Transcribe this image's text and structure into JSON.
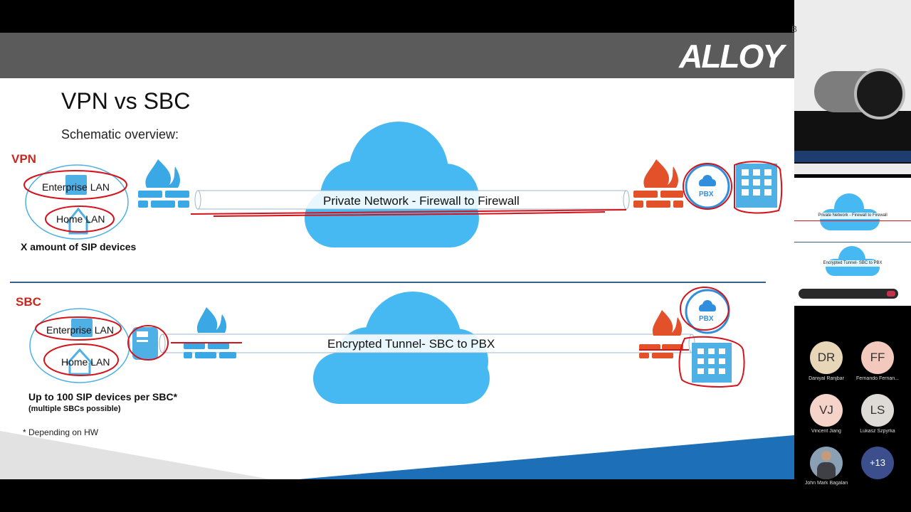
{
  "slide": {
    "brand": "ALLOY",
    "title": "VPN vs SBC",
    "subtitle": "Schematic overview:",
    "footnote": "* Depending on HW",
    "corner_mark": "B"
  },
  "vpn": {
    "label": "VPN",
    "enterprise_lan": "Enterprise LAN",
    "home_lan": "Home LAN",
    "devices_note": "X amount of SIP devices",
    "tunnel_label": "Private Network - Firewall to Firewall",
    "pbx_label": "PBX"
  },
  "sbc": {
    "label": "SBC",
    "enterprise_lan": "Enterprise LAN",
    "home_lan": "Home LAN",
    "devices_note": "Up to 100 SIP devices per SBC*",
    "devices_subnote": "(multiple SBCs possible)",
    "tunnel_label": "Encrypted Tunnel- SBC to PBX",
    "pbx_label": "PBX"
  },
  "thumbnail": {
    "line1": "Private Network - Firewall to Firewall",
    "line2": "Encrypted Tunnel- SBC to PBX"
  },
  "participants": [
    {
      "initials": "DR",
      "name": "Daniyal Ranjbar",
      "color": "#e8d6b8"
    },
    {
      "initials": "FF",
      "name": "Fernando Fernan...",
      "color": "#f4c9bd"
    },
    {
      "initials": "VJ",
      "name": "Vincent Jiang",
      "color": "#f6d3c8"
    },
    {
      "initials": "LS",
      "name": "Lukasz Szpyrka",
      "color": "#dedbd6"
    },
    {
      "initials": "",
      "name": "John Mark Bagalan",
      "color": "#8aa0b4"
    },
    {
      "initials": "+13",
      "name": "",
      "color": "#3c4f8c"
    }
  ],
  "colors": {
    "cloud": "#47b9f2",
    "lan_icon": "#4fb0e6",
    "firewall_left": "#3aa8e4",
    "firewall_right": "#e2512a",
    "annotation": "#d4131b",
    "pbx_circle": "#2f8fdc"
  }
}
